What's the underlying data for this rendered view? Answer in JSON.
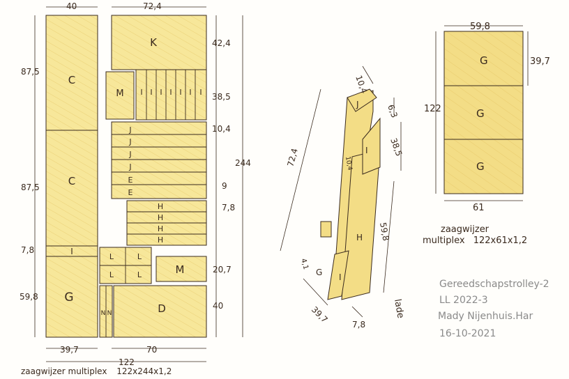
{
  "board1": {
    "caption": "zaagwijzer multiplex",
    "size": "122x244x1,2",
    "dims": {
      "top_left": "40",
      "top_right": "72,4",
      "height": "244",
      "bottom_left": "39,7",
      "bottom_right": "70",
      "bottom_total": "122",
      "left_c1": "87,5",
      "left_c2": "87,5",
      "left_i": "7,8",
      "left_g": "59,8",
      "right_k": "42,4",
      "right_i": "38,5",
      "right_j": "10,4",
      "right_e": "9",
      "right_h": "7,8",
      "right_m": "20,7",
      "right_d": "40"
    },
    "parts": {
      "c1": "C",
      "c2": "C",
      "i_strip": "I",
      "g": "G",
      "k": "K",
      "m1": "M",
      "i_small": "I",
      "j": "J",
      "e": "E",
      "h": "H",
      "l": "L",
      "m2": "M",
      "d": "D",
      "n": "N"
    }
  },
  "drawer": {
    "label": "lade",
    "dims": {
      "length": "72,4",
      "width": "10,4",
      "d1": "6,3",
      "d2": "38,5",
      "d3": "59,8",
      "d4": "10,4",
      "d5": "4,1",
      "d6": "39,7",
      "d7": "7,8"
    },
    "parts": {
      "j": "J",
      "i1": "I",
      "i2": "I",
      "h": "H",
      "g": "G"
    }
  },
  "board2": {
    "caption": "zaagwijzer",
    "caption2": "multiplex",
    "size": "122x61x1,2",
    "dims": {
      "top": "59,8",
      "left": "122",
      "right": "39,7",
      "bottom": "61"
    },
    "parts": {
      "g": "G"
    }
  },
  "signature": {
    "line1": "Gereedschapstrolley-2",
    "line2": "LL 2022-3",
    "line3": "Mady Nijenhuis.Har",
    "line4": "16-10-2021"
  },
  "colors": {
    "wood": "#f7e79a",
    "wood_dark": "#eccf6a",
    "ink": "#3a2a1e"
  }
}
